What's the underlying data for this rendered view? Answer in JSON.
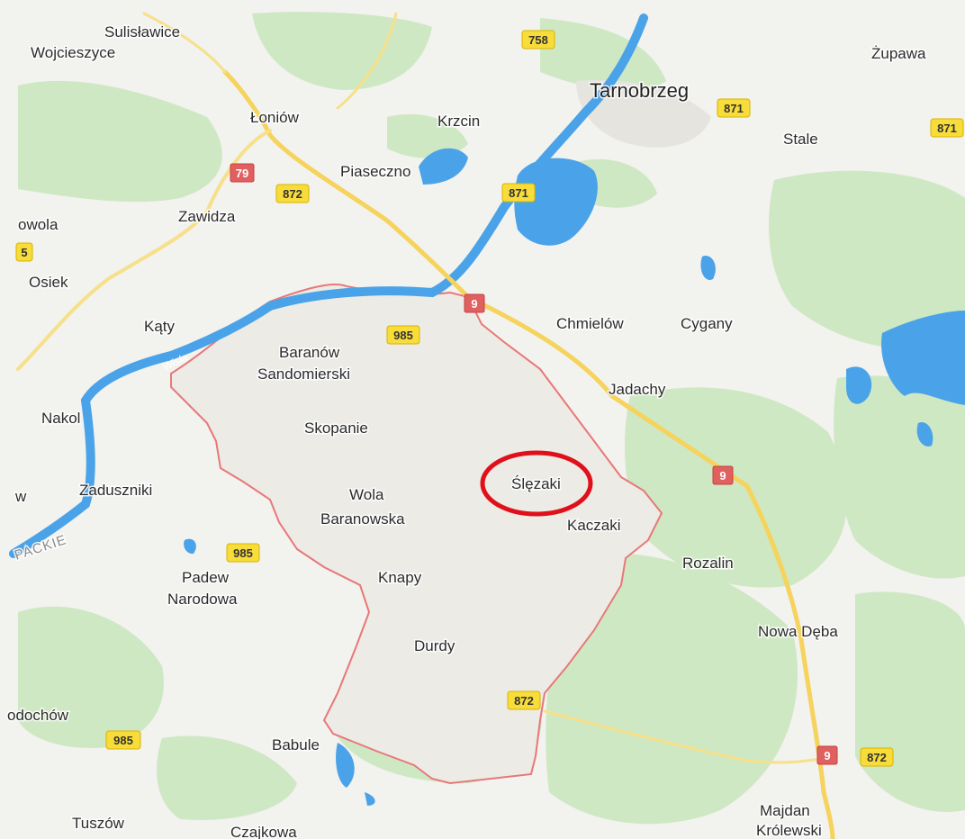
{
  "map": {
    "places": {
      "sulislawice": "Sulisławice",
      "wojcieszyce": "Wojcieszyce",
      "loniow": "Łoniów",
      "krzcin": "Krzcin",
      "tarnobrzeg": "Tarnobrzeg",
      "zupawa": "Żupawa",
      "stale": "Stale",
      "piaseczno": "Piaseczno",
      "zawidza": "Zawidza",
      "owola": "owola",
      "osiek": "Osiek",
      "katy": "Kąty",
      "baranow1": "Baranów",
      "baranow2": "Sandomierski",
      "chmielow": "Chmielów",
      "cygany": "Cygany",
      "jadachy": "Jadachy",
      "nakol": "Nakol",
      "skopanie": "Skopanie",
      "slezaki": "Ślęzaki",
      "zaduszniki": "Zaduszniki",
      "wola1": "Wola",
      "wola2": "Baranowska",
      "kaczaki": "Kaczaki",
      "w": "w",
      "rozalin": "Rozalin",
      "padew1": "Padew",
      "padew2": "Narodowa",
      "knapy": "Knapy",
      "nowadeba": "Nowa Dęba",
      "durdy": "Durdy",
      "odochow": "odochów",
      "babule": "Babule",
      "tuszow": "Tuszów",
      "czajkowa": "Czajkowa",
      "majdan1": "Majdan",
      "majdan2": "Królewski",
      "region": "PACKIE",
      "river": "Wisła"
    },
    "road_shields": {
      "r758": "758",
      "r871a": "871",
      "r871b": "871",
      "r871c": "871",
      "r79": "79",
      "r872a": "872",
      "r5": "5",
      "r9a": "9",
      "r985a": "985",
      "r9b": "9",
      "r985b": "985",
      "r872b": "872",
      "r985c": "985",
      "r9c": "9",
      "r872c": "872"
    },
    "highlighted_place": "Ślęzaki",
    "colors": {
      "background": "#f2f2ef",
      "forest": "#cfe8c4",
      "water": "#4aa3e8",
      "regional_road": "#f7e08a",
      "national_road": "#f5d35c",
      "boundary": "#e87878",
      "boundary_fill": "#ecebe6",
      "marker_circle": "#e0101a"
    }
  }
}
